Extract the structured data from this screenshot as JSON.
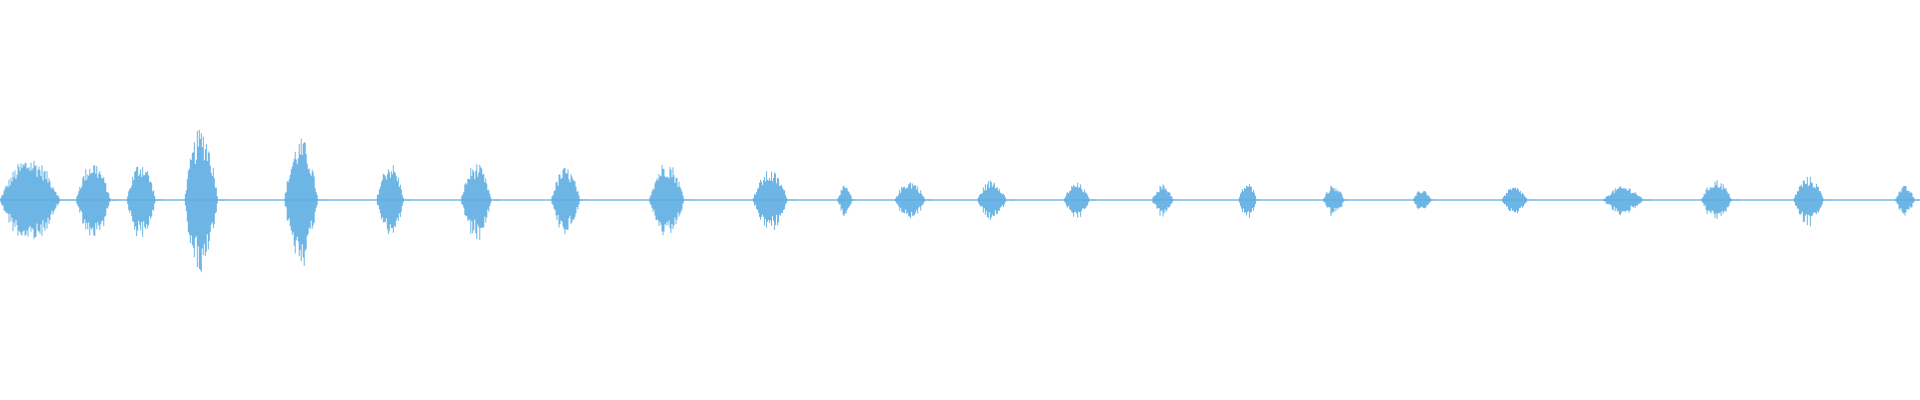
{
  "waveform": {
    "color": "#5dade2",
    "baseline_fraction": 0.5,
    "bursts": [
      {
        "start": 0.0,
        "end": 0.039,
        "amp": 0.55
      },
      {
        "start": 0.0395,
        "end": 0.062,
        "amp": 0.5
      },
      {
        "start": 0.066,
        "end": 0.085,
        "amp": 0.5
      },
      {
        "start": 0.096,
        "end": 0.118,
        "amp": 0.92
      },
      {
        "start": 0.148,
        "end": 0.17,
        "amp": 0.78
      },
      {
        "start": 0.196,
        "end": 0.214,
        "amp": 0.48
      },
      {
        "start": 0.24,
        "end": 0.26,
        "amp": 0.47
      },
      {
        "start": 0.287,
        "end": 0.306,
        "amp": 0.42
      },
      {
        "start": 0.338,
        "end": 0.361,
        "amp": 0.5
      },
      {
        "start": 0.392,
        "end": 0.415,
        "amp": 0.38
      },
      {
        "start": 0.436,
        "end": 0.446,
        "amp": 0.18
      },
      {
        "start": 0.466,
        "end": 0.486,
        "amp": 0.25
      },
      {
        "start": 0.509,
        "end": 0.528,
        "amp": 0.26
      },
      {
        "start": 0.554,
        "end": 0.571,
        "amp": 0.22
      },
      {
        "start": 0.6,
        "end": 0.614,
        "amp": 0.2
      },
      {
        "start": 0.645,
        "end": 0.657,
        "amp": 0.22
      },
      {
        "start": 0.689,
        "end": 0.703,
        "amp": 0.2
      },
      {
        "start": 0.736,
        "end": 0.748,
        "amp": 0.14
      },
      {
        "start": 0.782,
        "end": 0.799,
        "amp": 0.17
      },
      {
        "start": 0.835,
        "end": 0.861,
        "amp": 0.18
      },
      {
        "start": 0.886,
        "end": 0.906,
        "amp": 0.26
      },
      {
        "start": 0.934,
        "end": 0.954,
        "amp": 0.3
      },
      {
        "start": 0.987,
        "end": 1.0,
        "amp": 0.18
      }
    ]
  }
}
